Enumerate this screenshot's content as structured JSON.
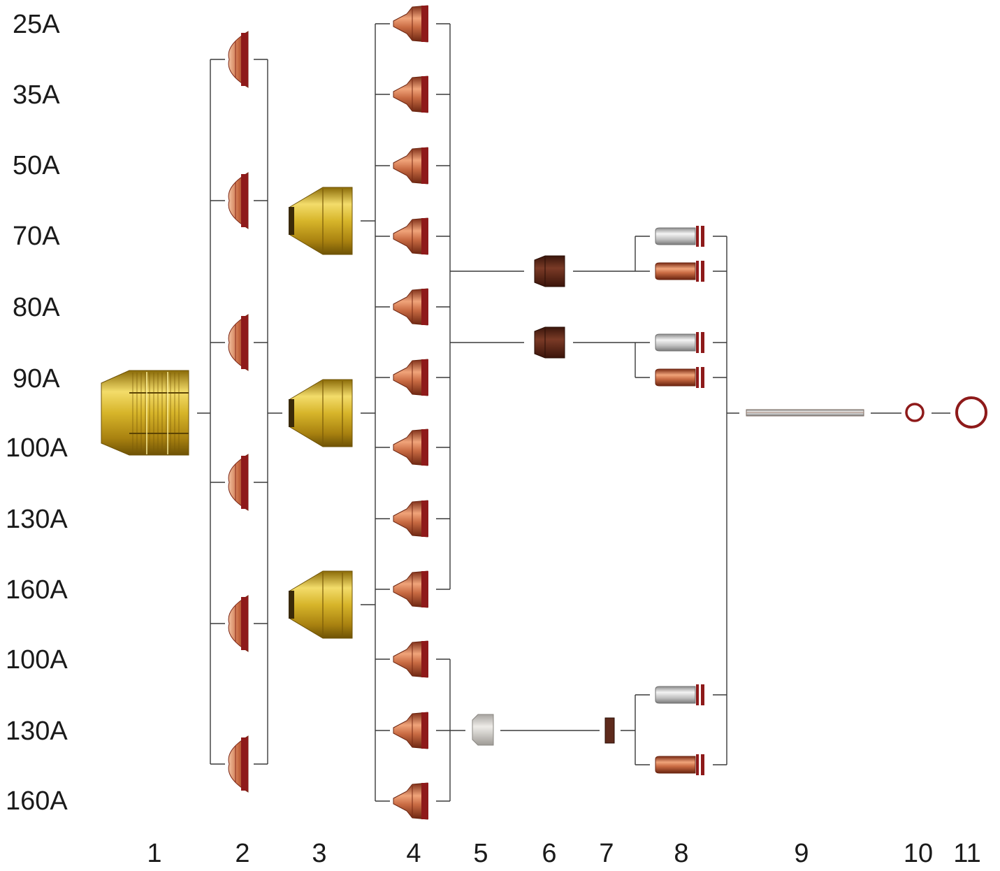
{
  "rows": [
    "25A",
    "35A",
    "50A",
    "70A",
    "80A",
    "90A",
    "100A",
    "130A",
    "160A",
    "100A",
    "130A",
    "160A"
  ],
  "columns": [
    "1",
    "2",
    "3",
    "4",
    "5",
    "6",
    "7",
    "8",
    "9",
    "10",
    "11"
  ],
  "colors": {
    "line": "#3a3a3a",
    "brass": "#c9a21a",
    "copper": "#b8603a",
    "copper_dark": "#8a2a1a",
    "oring_red": "#8e1a1a",
    "silver": "#c8c8c8",
    "brown": "#5e2a1c",
    "white_part": "#d6d4cf"
  },
  "parts": {
    "1": "retaining-cap",
    "2": "shield",
    "3": "retaining-cap-inner",
    "4": "nozzle",
    "5": "swirl-ring-white",
    "6": "swirl-ring",
    "7": "swirl-ring-small",
    "8": "electrode",
    "9": "water-tube",
    "10": "o-ring-small",
    "11": "o-ring-large"
  }
}
